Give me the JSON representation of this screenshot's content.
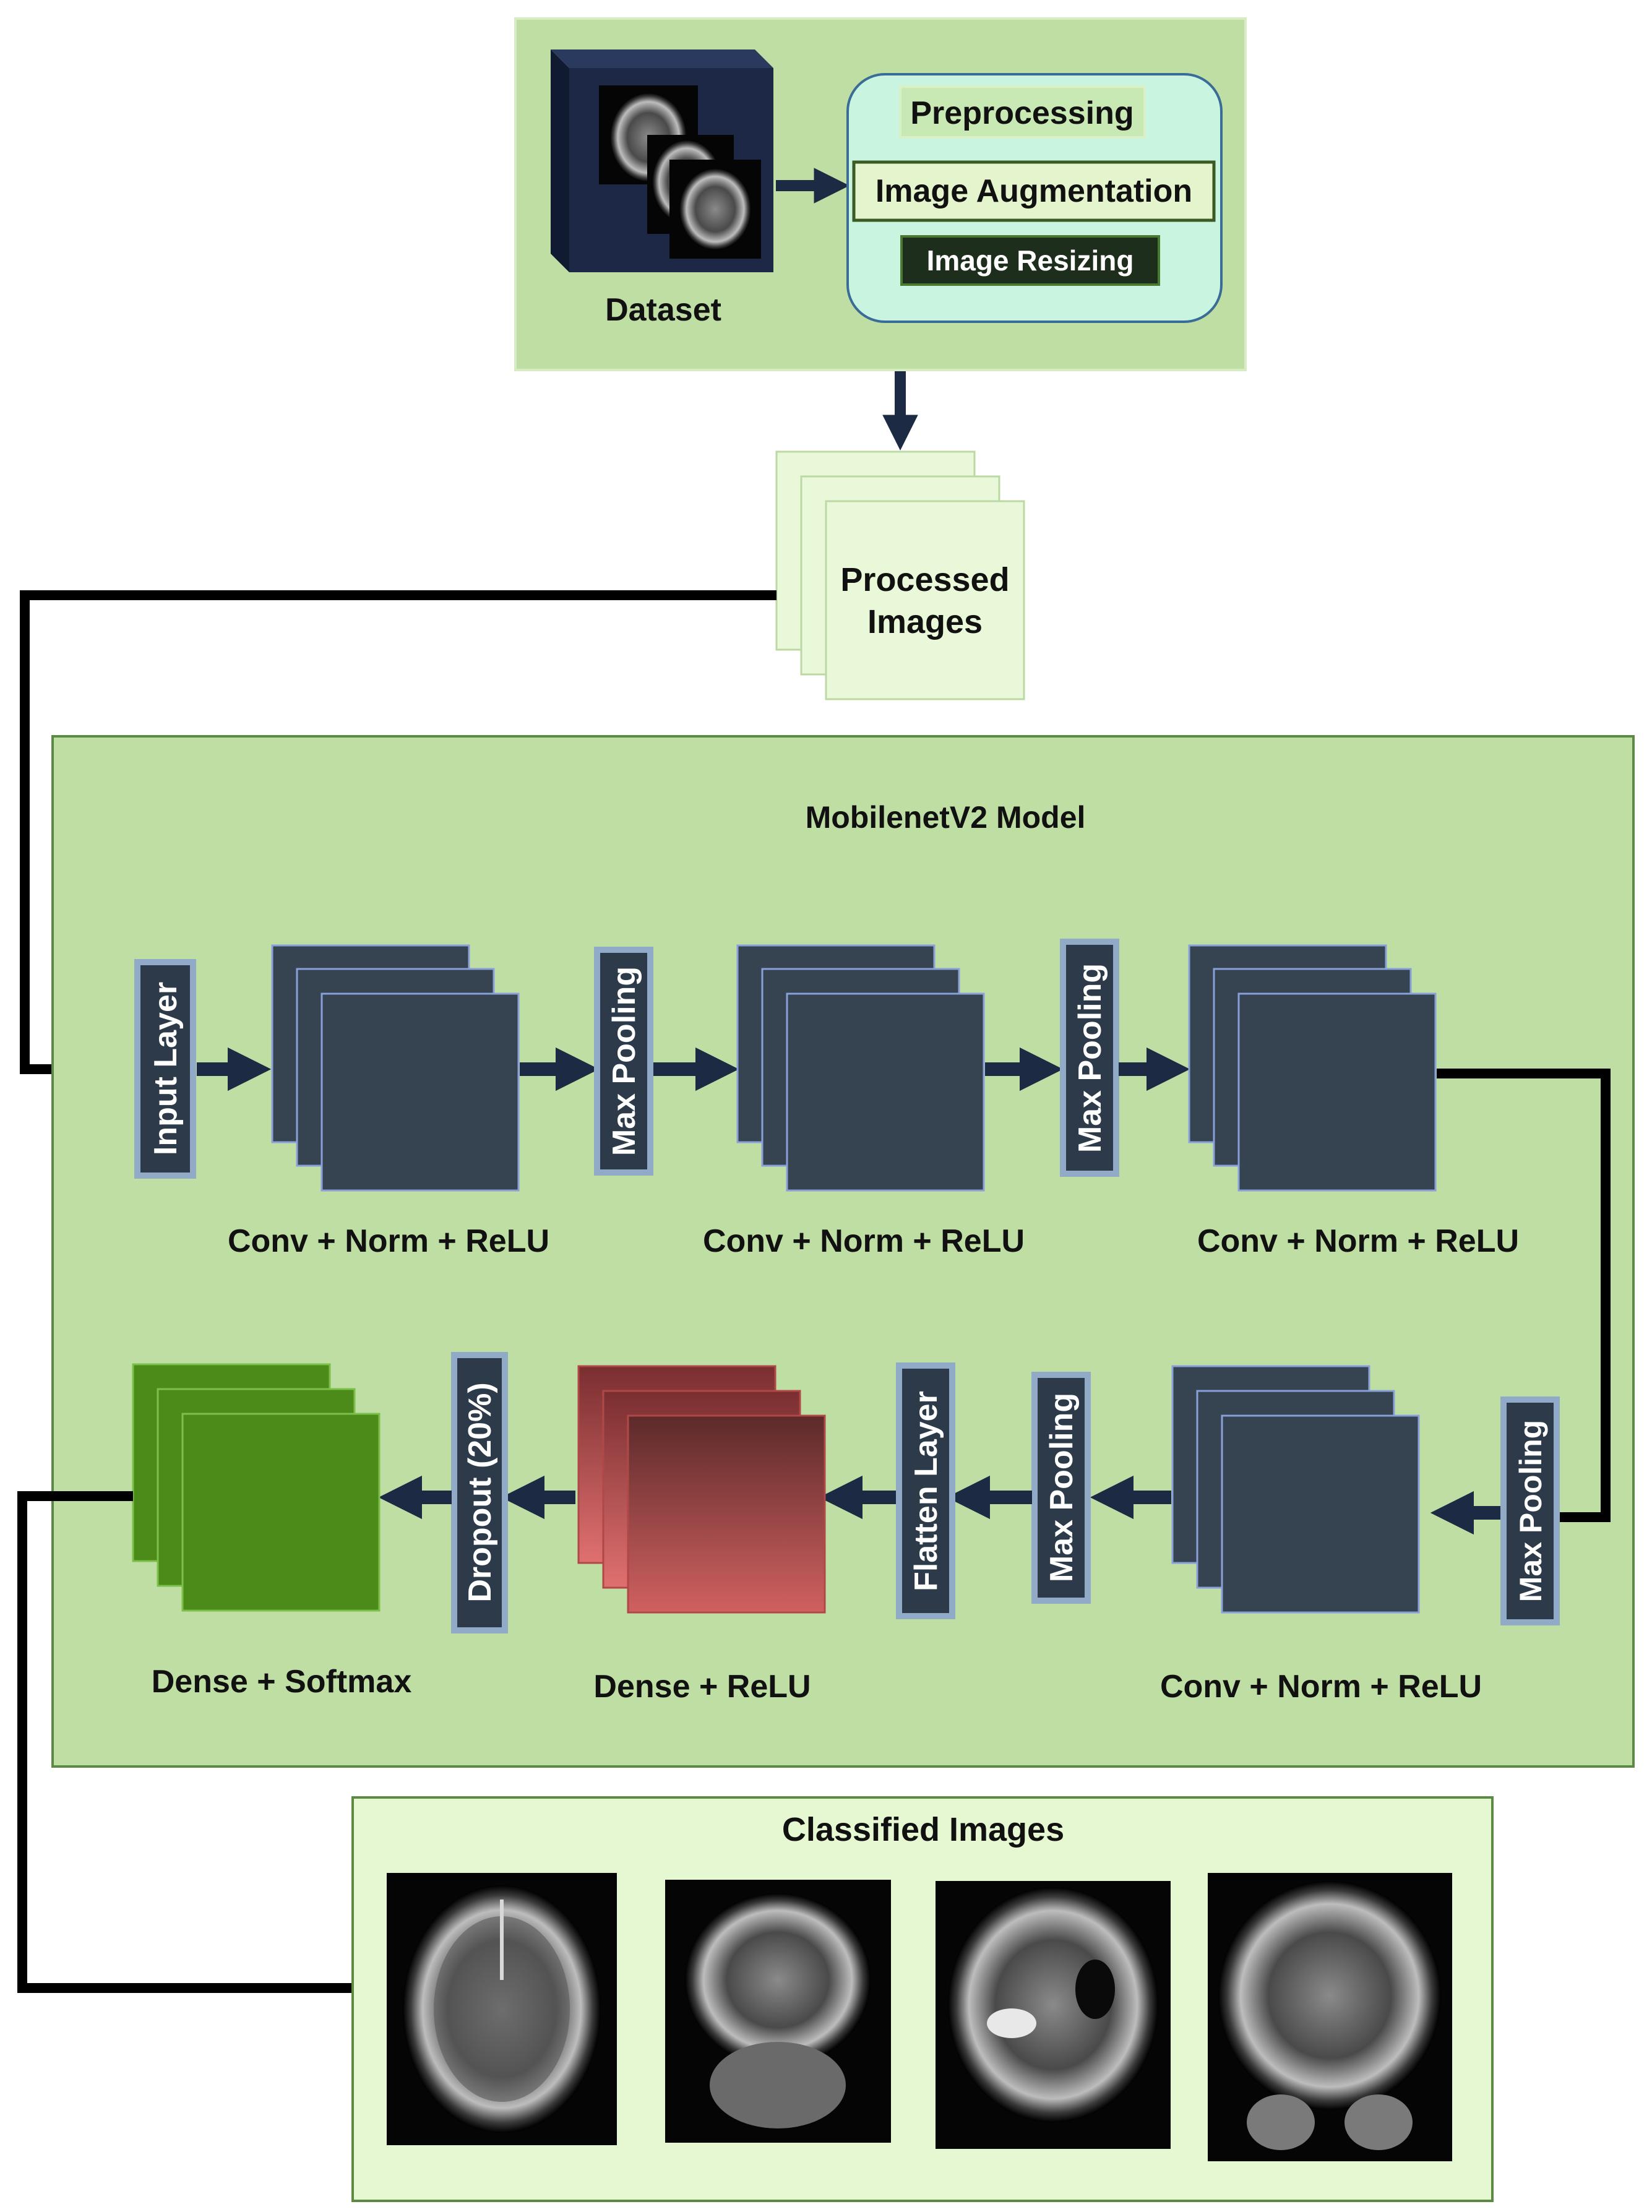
{
  "dataset": {
    "label": "Dataset"
  },
  "preprocessing": {
    "title": "Preprocessing",
    "step_augmentation": "Image Augmentation",
    "step_resizing": "Image Resizing"
  },
  "processed_images": {
    "line1": "Processed",
    "line2": "Images"
  },
  "model": {
    "title": "MobilenetV2 Model",
    "input_layer": "Input Layer",
    "max_pooling": "Max Pooling",
    "conv_block_label": "Conv + Norm + ReLU",
    "flatten_layer": "Flatten Layer",
    "dropout": "Dropout (20%)",
    "dense_relu": "Dense + ReLU",
    "dense_softmax": "Dense + Softmax"
  },
  "classified": {
    "title": "Classified Images"
  },
  "colors": {
    "panel_green": "#bfdea4",
    "panel_light": "#e6f8d2",
    "conv_block": "#364350",
    "vertical_label_bg": "#2c3a4a",
    "vertical_label_border": "#90aac8",
    "dense_softmax": "#4c8a1a",
    "dense_relu_top": "#5c2a2a",
    "dense_relu_bottom": "#d06060",
    "arrow": "#1c2a44",
    "connector": "#000000"
  }
}
